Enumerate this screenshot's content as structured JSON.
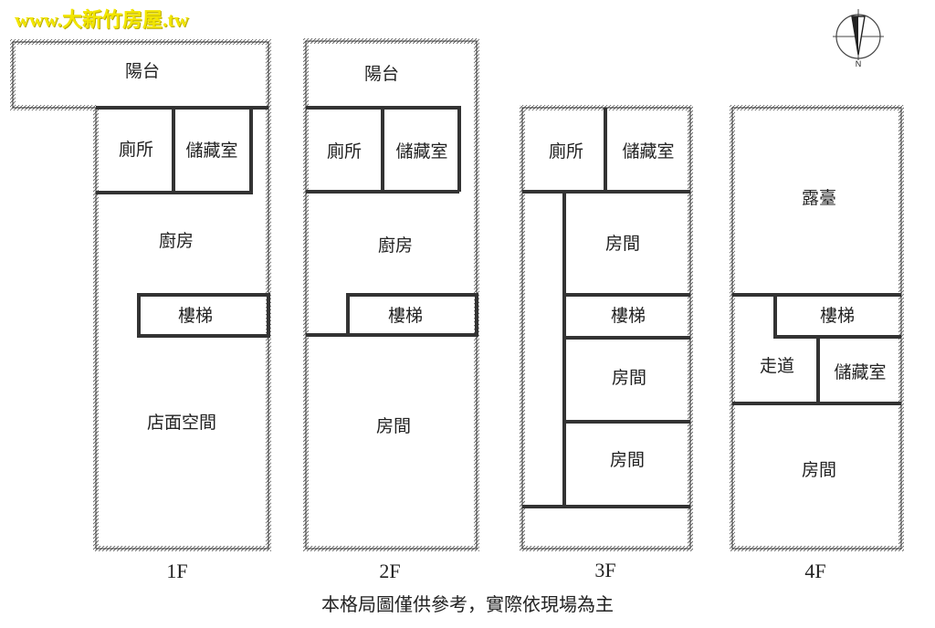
{
  "watermark": "www.大新竹房屋.tw",
  "compass": {
    "north_label": "N"
  },
  "disclaimer": "本格局圖僅供參考，實際依現場為主",
  "floors": [
    {
      "label": "1F",
      "rooms": [
        "陽台",
        "廁所",
        "儲藏室",
        "廚房",
        "樓梯",
        "店面空間"
      ]
    },
    {
      "label": "2F",
      "rooms": [
        "陽台",
        "廁所",
        "儲藏室",
        "廚房",
        "樓梯",
        "房間"
      ]
    },
    {
      "label": "3F",
      "rooms": [
        "廁所",
        "儲藏室",
        "房間",
        "樓梯",
        "房間",
        "房間"
      ]
    },
    {
      "label": "4F",
      "rooms": [
        "露臺",
        "樓梯",
        "走道",
        "儲藏室",
        "房間"
      ]
    }
  ]
}
